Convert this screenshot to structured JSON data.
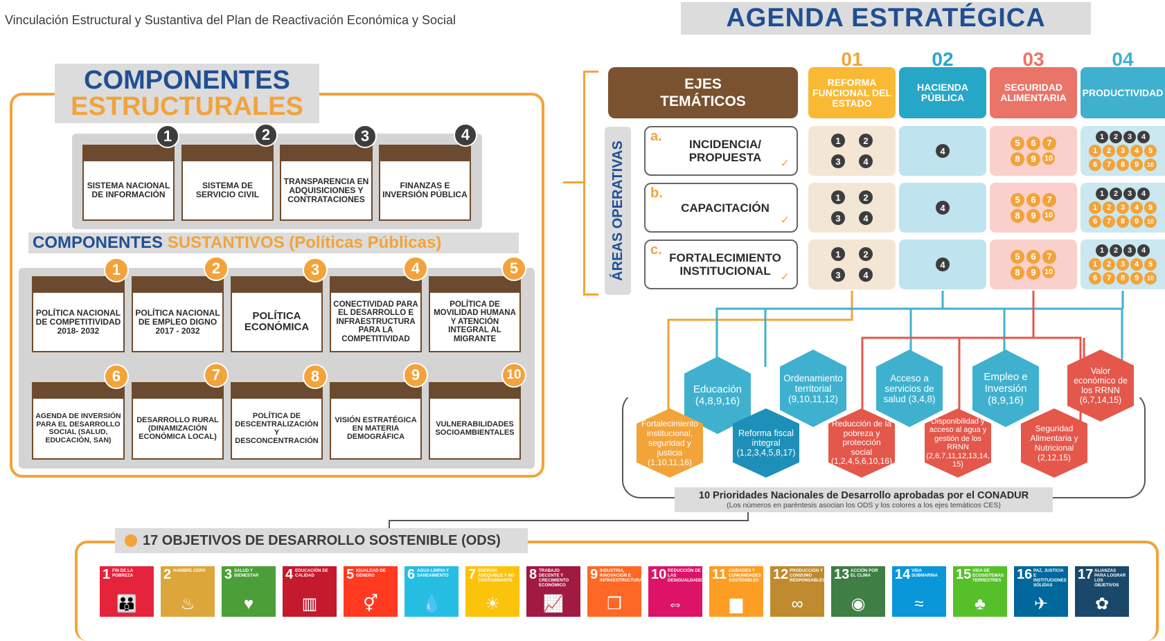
{
  "header": {
    "title": "Vinculación Estructural y Sustantiva del Plan de Reactivación Económica y Social",
    "agenda": "AGENDA ESTRATÉGICA"
  },
  "estructurales": {
    "title_line1": "COMPONENTES",
    "title_line2": "ESTRUCTURALES",
    "items": [
      {
        "num": "1",
        "label": "SISTEMA NACIONAL DE INFORMACIÓN"
      },
      {
        "num": "2",
        "label": "SISTEMA DE SERVICIO CIVIL"
      },
      {
        "num": "3",
        "label": "TRANSPARENCIA EN ADQUISICIONES Y CONTRATACIONES"
      },
      {
        "num": "4",
        "label": "FINANZAS E INVERSIÓN PÚBLICA"
      }
    ]
  },
  "sustantivos": {
    "title_part1": "COMPONENTES",
    "title_part2": "SUSTANTIVOS (Políticas Públicas)",
    "items": [
      {
        "num": "1",
        "label": "POLÍTICA NACIONAL DE COMPETITIVIDAD 2018- 2032"
      },
      {
        "num": "2",
        "label": "POLÍTICA NACIONAL DE EMPLEO DIGNO 2017 - 2032"
      },
      {
        "num": "3",
        "label": "POLÍTICA ECONÓMICA"
      },
      {
        "num": "4",
        "label": "CONECTIVIDAD PARA EL DESARROLLO E INFRAESTRUCTURA PARA LA COMPETITIVIDAD"
      },
      {
        "num": "5",
        "label": "POLÍTICA DE MOVILIDAD HUMANA Y ATENCIÓN INTEGRAL AL MIGRANTE"
      },
      {
        "num": "6",
        "label": "AGENDA DE INVERSIÓN PARA EL DESARROLLO SOCIAL (SALUD, EDUCACIÓN, SAN)"
      },
      {
        "num": "7",
        "label": "DESARROLLO RURAL (DINAMIZACIÓN ECONÓMICA LOCAL)"
      },
      {
        "num": "8",
        "label": "POLÍTICA DE DESCENTRALIZACIÓN Y DESCONCENTRACIÓN"
      },
      {
        "num": "9",
        "label": "VISIÓN ESTRATÉGICA EN MATERIA DEMOGRÁFICA"
      },
      {
        "num": "10",
        "label": "VULNERABILIDADES SOCIOAMBIENTALES"
      }
    ]
  },
  "agenda": {
    "ejes_line1": "EJES",
    "ejes_line2": "TEMÁTICOS",
    "areas_label": "ÁREAS OPERATIVAS",
    "columns": [
      {
        "num": "01",
        "label": "REFORMA FUNCIONAL DEL ESTADO",
        "color": "#f9b934",
        "num_color": "#f2a33a",
        "cell_color": "#f4e6d4"
      },
      {
        "num": "02",
        "label": "HACIENDA PÚBLICA",
        "color": "#27a7c8",
        "num_color": "#27a7c8",
        "cell_color": "#bfe3ef"
      },
      {
        "num": "03",
        "label": "SEGURIDAD ALIMENTARIA",
        "color": "#ea7467",
        "num_color": "#ea7467",
        "cell_color": "#f9d0cb"
      },
      {
        "num": "04",
        "label": "PRODUCTIVIDAD",
        "color": "#3fb1cf",
        "num_color": "#3fb1cf",
        "cell_color": "#cbe8f1"
      }
    ],
    "areas": [
      {
        "letter": "a.",
        "label": "INCIDENCIA/ PROPUESTA",
        "check": "✓"
      },
      {
        "letter": "b.",
        "label": "CAPACITACIÓN",
        "check": "✓"
      },
      {
        "letter": "c.",
        "label": "FORTALECIMIENTO INSTITUCIONAL",
        "check": "✓"
      }
    ],
    "cells": {
      "col1": [
        "1",
        "2",
        "3",
        "4"
      ],
      "col2": [
        "4"
      ],
      "col3": [
        "5",
        "6",
        "7",
        "8",
        "9",
        "10"
      ],
      "col4_dark": [
        "1",
        "2",
        "3",
        "4"
      ],
      "col4_orange": [
        "1",
        "2",
        "3",
        "4",
        "5",
        "6",
        "7",
        "8",
        "9",
        "10"
      ]
    }
  },
  "prioridades": {
    "label": "10 Prioridades Nacionales de Desarrollo aprobadas por el CONADUR",
    "sublabel": "(Los números en paréntesis asocian los ODS y los colores a los ejes temáticos CES)",
    "hexes": [
      {
        "text": "Educación (4,8,9,16)",
        "color": "#3fb1cf"
      },
      {
        "text": "Ordenamiento territorial (9,10,11,12)",
        "color": "#3fb1cf"
      },
      {
        "text": "Acceso a servicios de salud (3,4,8)",
        "color": "#3fb1cf"
      },
      {
        "text": "Empleo e Inversión (8,9,16)",
        "color": "#3fb1cf"
      },
      {
        "text": "Valor económico de los RRNN (6,7,14,15)",
        "color": "#e4574b"
      },
      {
        "text": "Fortalecimiento institucional, seguridad y justicia (1,10,11,16)",
        "color": "#f2a33a"
      },
      {
        "text": "Reforma fiscal integral (1,2,3,4,5,8,17)",
        "color": "#1e8fb8"
      },
      {
        "text": "Reducción de la pobreza y protección social (1,2,4,5,6,10,16)",
        "color": "#e4574b"
      },
      {
        "text": "Disponibilidad y acceso al agua y gestión de los RRNN (2,6,7,11,12,13,14, 15)",
        "color": "#e4574b"
      },
      {
        "text": "Seguridad Alimentaria y Nutricional (2,12,15)",
        "color": "#e4574b"
      }
    ]
  },
  "ods": {
    "title": "17 OBJETIVOS DE DESARROLLO SOSTENIBLE (ODS)",
    "items": [
      {
        "num": "1",
        "name": "FIN DE LA POBREZA",
        "icon": "family-icon",
        "glyph": "👪",
        "color": "#e5243b"
      },
      {
        "num": "2",
        "name": "HAMBRE CERO",
        "icon": "bowl-icon",
        "glyph": "♨",
        "color": "#dda63a"
      },
      {
        "num": "3",
        "name": "SALUD Y BIENESTAR",
        "icon": "heartbeat-icon",
        "glyph": "♥",
        "color": "#4c9f38"
      },
      {
        "num": "4",
        "name": "EDUCACIÓN DE CALIDAD",
        "icon": "book-icon",
        "glyph": "▥",
        "color": "#c5192d"
      },
      {
        "num": "5",
        "name": "IGUALDAD DE GÉNERO",
        "icon": "gender-icon",
        "glyph": "⚥",
        "color": "#ff3a21"
      },
      {
        "num": "6",
        "name": "AGUA LIMPIA Y SANEAMIENTO",
        "icon": "water-icon",
        "glyph": "💧",
        "color": "#26bde2"
      },
      {
        "num": "7",
        "name": "ENERGÍA ASEQUIBLE Y NO CONTAMINANTE",
        "icon": "sun-icon",
        "glyph": "☀",
        "color": "#fcc30b"
      },
      {
        "num": "8",
        "name": "TRABAJO DECENTE Y CRECIMIENTO ECONÓMICO",
        "icon": "growth-chart-icon",
        "glyph": "📈",
        "color": "#a21942"
      },
      {
        "num": "9",
        "name": "INDUSTRIA, INNOVACIÓN E INFRAESTRUCTURA",
        "icon": "cubes-icon",
        "glyph": "❒",
        "color": "#fd6925"
      },
      {
        "num": "10",
        "name": "REDUCCIÓN DE LAS DESIGUALDADES",
        "icon": "equality-icon",
        "glyph": "⇔",
        "color": "#dd1367"
      },
      {
        "num": "11",
        "name": "CIUDADES Y COMUNIDADES SOSTENIBLES",
        "icon": "city-icon",
        "glyph": "▆",
        "color": "#fd9d24"
      },
      {
        "num": "12",
        "name": "PRODUCCIÓN Y CONSUMO RESPONSABLES",
        "icon": "infinity-icon",
        "glyph": "∞",
        "color": "#bf8b2e"
      },
      {
        "num": "13",
        "name": "ACCIÓN POR EL CLIMA",
        "icon": "eye-earth-icon",
        "glyph": "◉",
        "color": "#3f7e44"
      },
      {
        "num": "14",
        "name": "VIDA SUBMARINA",
        "icon": "fish-icon",
        "glyph": "≈",
        "color": "#0a97d9"
      },
      {
        "num": "15",
        "name": "VIDA DE ECOSISTEMAS TERRESTRES",
        "icon": "tree-icon",
        "glyph": "♣",
        "color": "#56c02b"
      },
      {
        "num": "16",
        "name": "PAZ, JUSTICIA E INSTITUCIONES SÓLIDAS",
        "icon": "dove-icon",
        "glyph": "✈",
        "color": "#00689d"
      },
      {
        "num": "17",
        "name": "ALIANZAS PARA LOGRAR LOS OBJETIVOS",
        "icon": "flower-icon",
        "glyph": "✿",
        "color": "#19486a"
      }
    ]
  }
}
